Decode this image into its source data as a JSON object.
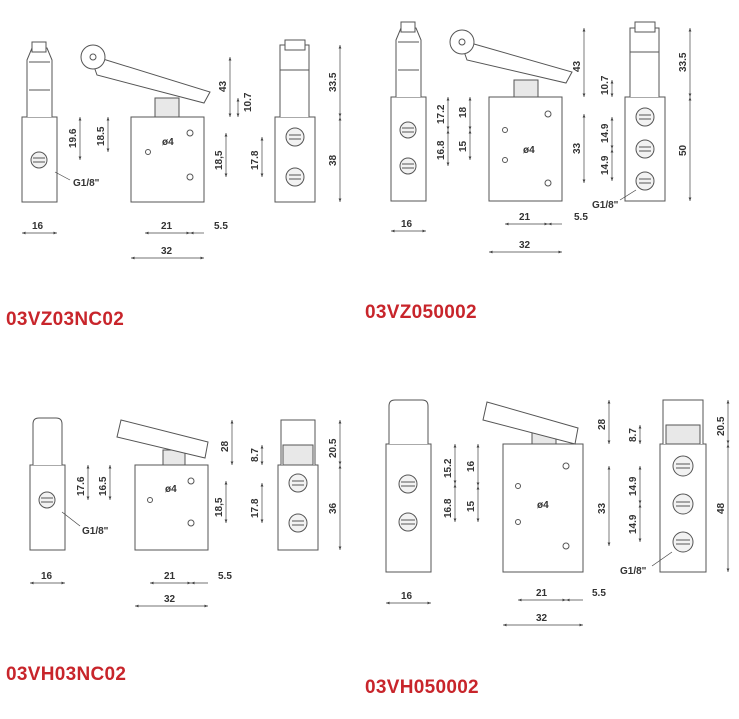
{
  "colors": {
    "title": "#c8252b",
    "line": "#555555",
    "body_fill": "#ffffff",
    "shade": "#e8e8e8"
  },
  "titles": {
    "t1": "03VZ03NC02",
    "t2": "03VZ050002",
    "t3": "03VH03NC02",
    "t4": "03VH050002"
  },
  "d1": {
    "d16": "16",
    "d196": "19.6",
    "d185": "18.5",
    "thread": "G1/8\"",
    "d43": "43",
    "d107": "10.7",
    "d185b": "18,5",
    "phi": "ø4",
    "d21": "21",
    "d55": "5.5",
    "d32": "32",
    "d178": "17.8",
    "d335": "33.5",
    "d38": "38"
  },
  "d2": {
    "d16": "16",
    "d172": "17.2",
    "d18": "18",
    "d168": "16.8",
    "d15": "15",
    "d43": "43",
    "phi": "ø4",
    "d33": "33",
    "d21": "21",
    "d55": "5.5",
    "d32": "32",
    "d107": "10.7",
    "d149a": "14.9",
    "d149b": "14.9",
    "d335": "33.5",
    "d50": "50",
    "thread": "G1/8\""
  },
  "d3": {
    "d16": "16",
    "d176": "17.6",
    "d165": "16.5",
    "thread": "G1/8\"",
    "d28": "28",
    "phi": "ø4",
    "d185b": "18,5",
    "d21": "21",
    "d55": "5.5",
    "d32": "32",
    "d87": "8.7",
    "d178": "17.8",
    "d205": "20.5",
    "d36": "36"
  },
  "d4": {
    "d16": "16",
    "d152": "15.2",
    "d16b": "16",
    "d168": "16.8",
    "d15": "15",
    "d28": "28",
    "phi": "ø4",
    "d33": "33",
    "d21": "21",
    "d55": "5.5",
    "d32": "32",
    "d87": "8.7",
    "d149a": "14.9",
    "d149b": "14.9",
    "d205": "20.5",
    "d48": "48",
    "thread": "G1/8\""
  }
}
